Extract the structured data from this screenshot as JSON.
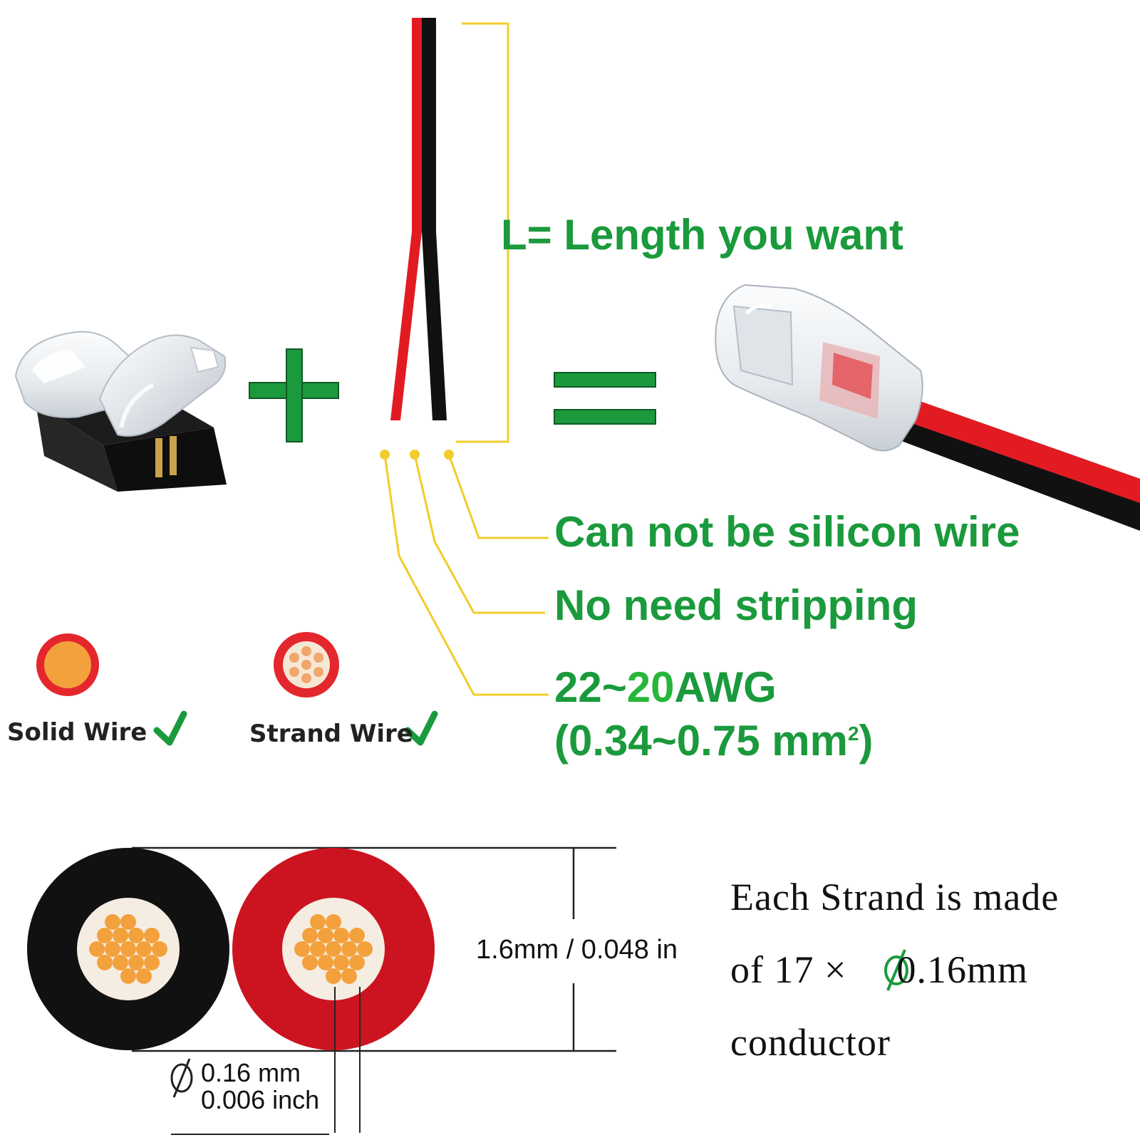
{
  "labels": {
    "length": "L= Length you want",
    "silicon": "Can not be silicon wire",
    "stripping": "No need stripping",
    "awg_prefix": "22~",
    "awg_mid": "20",
    "awg_suffix": "AWG",
    "mm2_open": "(0.34~0.75 mm",
    "mm2_sup": "2",
    "mm2_close": ")"
  },
  "wire_types": {
    "solid": "Solid Wire",
    "strand": "Strand Wire"
  },
  "dimensions": {
    "cable": "1.6mm / 0.048 in",
    "strand_mm": "0.16 mm",
    "strand_inch": "0.006 inch"
  },
  "note": {
    "line1": "Each Strand is made",
    "line2_prefix": "of 17 ×",
    "line2_value": "0.16mm",
    "line3": "conductor"
  },
  "colors": {
    "accent_green": "#1a9a3c",
    "wire_red": "#e21b23",
    "wire_black": "#111111",
    "leader_yellow": "#f2cc2a",
    "copper": "#f3a13c"
  }
}
